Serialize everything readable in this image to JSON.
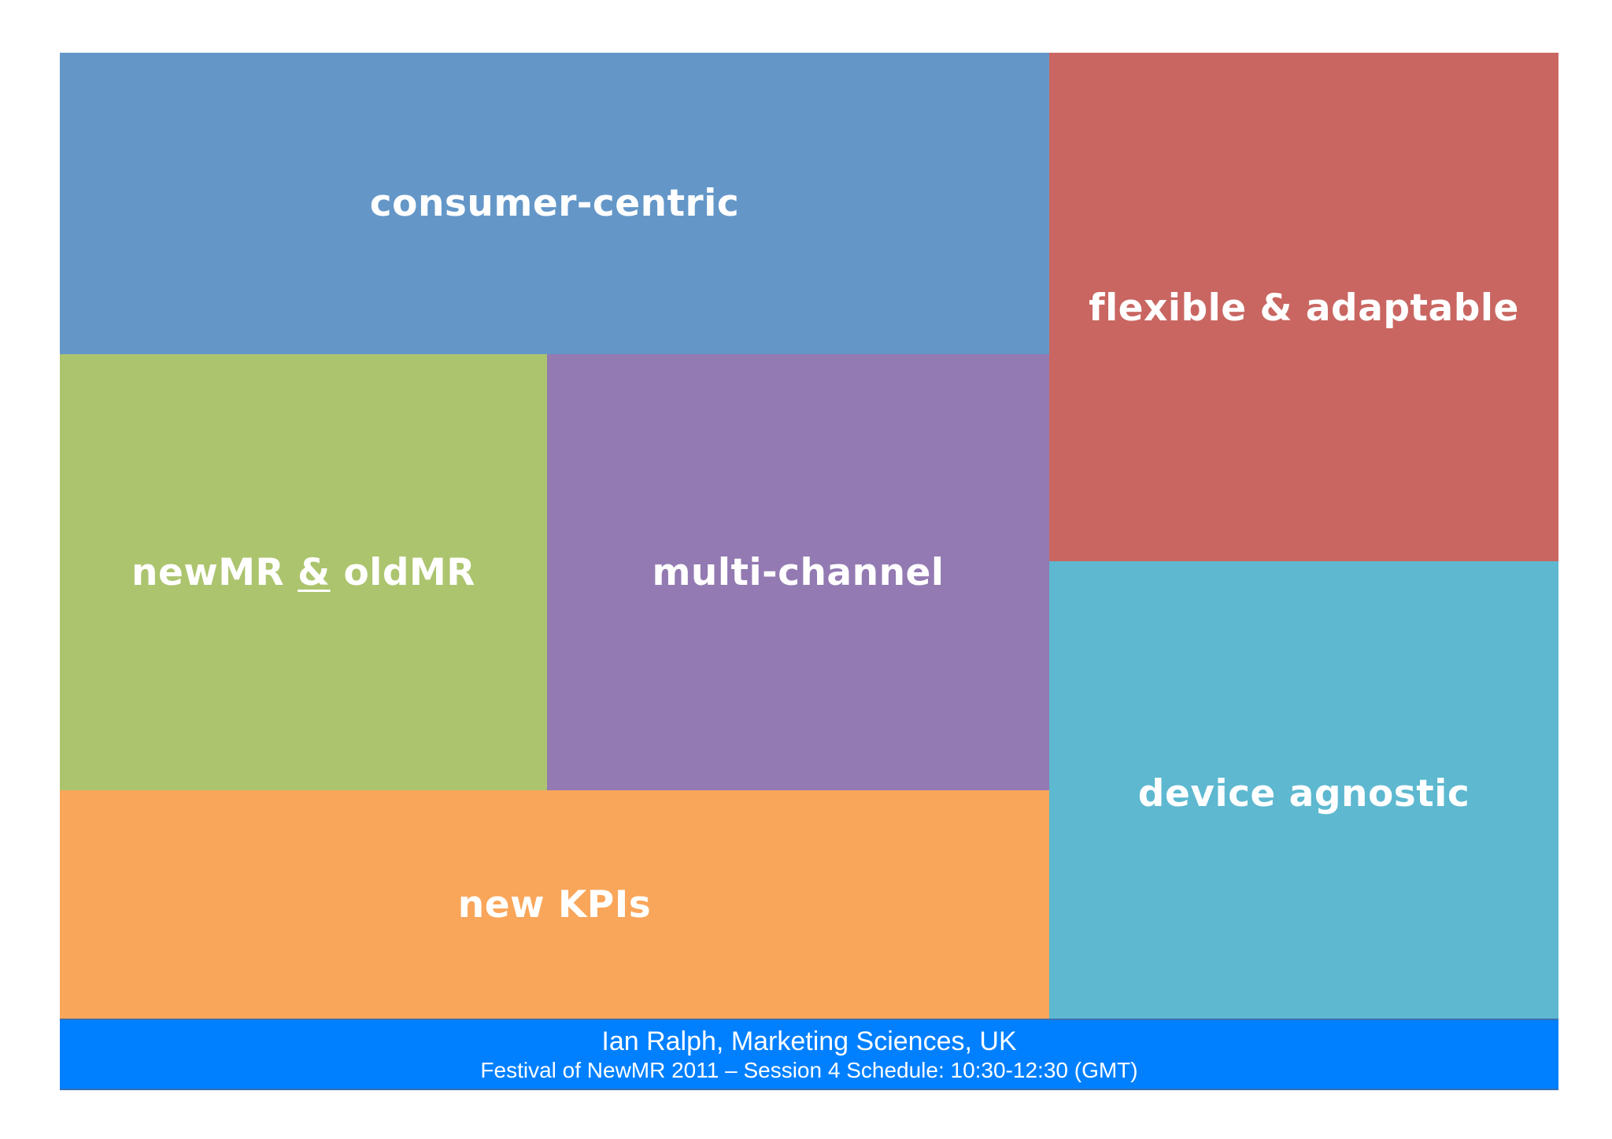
{
  "tiles": {
    "consumer_centric": {
      "label": "consumer-centric",
      "color": "#6497c8"
    },
    "flexible": {
      "label": "flexible & adaptable",
      "color": "#c96661"
    },
    "newmr_oldmr": {
      "label_before": "newMR ",
      "label_amp": "&",
      "label_after": " oldMR",
      "color": "#acc46e"
    },
    "multi_channel": {
      "label": "multi-channel",
      "color": "#937ab2"
    },
    "device_agnostic": {
      "label": "device agnostic",
      "color": "#5db8d0"
    },
    "new_kpis": {
      "label": "new KPIs",
      "color": "#f9a65a"
    }
  },
  "footer": {
    "line1": "Ian Ralph, Marketing Sciences, UK",
    "line2": "Festival of NewMR 2011 – Session 4 Schedule: 10:30-12:30 (GMT)",
    "color": "#0080ff"
  }
}
